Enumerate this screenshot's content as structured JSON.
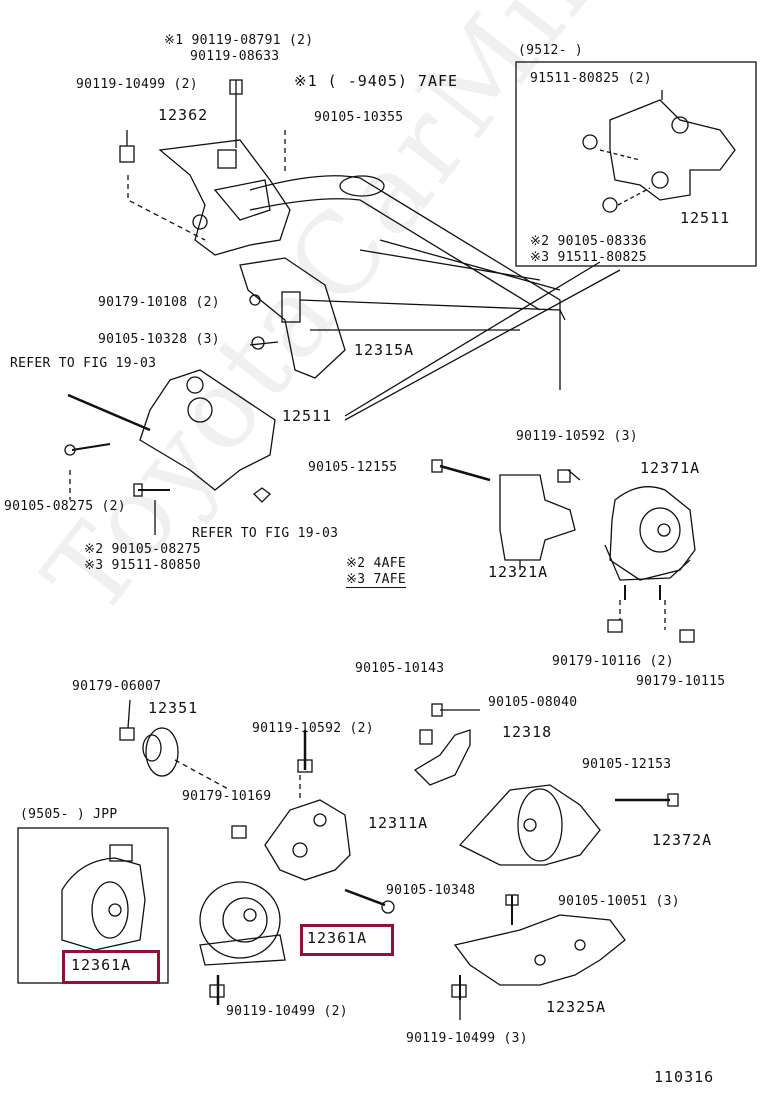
{
  "labels": {
    "l1": "※1 90119-08791 (2)",
    "l2": "90119-08633",
    "l3": "※1 (      -9405) 7AFE",
    "l4": "90119-10499 (2)",
    "l5": "12362",
    "l6": "90105-10355",
    "l7": "90179-10108 (2)",
    "l8": "90105-10328 (3)",
    "l9": "12315A",
    "l10": "REFER TO FIG 19-03",
    "l11": "12511",
    "l12": "90105-08275 (2)",
    "l13": "REFER TO FIG 19-03",
    "l14": "※2 90105-08275",
    "l15": "※3 91511-80850",
    "l16": "90105-12155",
    "l17": "90119-10592 (3)",
    "l18": "12371A",
    "l19": "12321A",
    "l20": "※2 4AFE",
    "l21": "※3 7AFE",
    "l22": "90179-10116 (2)",
    "l23": "90179-10115",
    "l24": "(9512-        )",
    "l25": "91511-80825 (2)",
    "l26": "12511",
    "l27": "※2 90105-08336",
    "l28": "※3 91511-80825",
    "l29": "90179-06007",
    "l30": "12351",
    "l31": "90105-10143",
    "l32": "90105-08040",
    "l33": "90119-10592 (2)",
    "l34": "12318",
    "l35": "90179-10169",
    "l36": "12311A",
    "l37": "90105-12153",
    "l38": "(9505-       ) JPP",
    "l39": "12372A",
    "l40": "90105-10348",
    "l41": "90105-10051 (3)",
    "l42": "12361A",
    "l43": "12361A",
    "l44": "12325A",
    "l45": "90119-10499 (2)",
    "l46": "90119-10499 (3)",
    "l47": "110316"
  },
  "watermark": "ToyotaCarMir.ru",
  "colors": {
    "highlight": "#8a1538",
    "ink": "#111111"
  }
}
